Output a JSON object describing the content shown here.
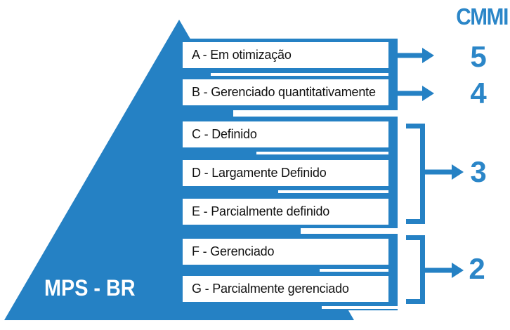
{
  "cmmi_title": "CMMI",
  "pyramid_label": "MPS - BR",
  "colors": {
    "primary_blue": "#2581c4",
    "accent_text_blue": "#2b86c8",
    "box_background": "#ffffff",
    "box_text": "#111111"
  },
  "rows": [
    {
      "id": "A",
      "label": "A - Em otimização"
    },
    {
      "id": "B",
      "label": "B - Gerenciado quantitativamente"
    },
    {
      "id": "C",
      "label": "C - Definido"
    },
    {
      "id": "D",
      "label": "D - Largamente Definido"
    },
    {
      "id": "E",
      "label": "E - Parcialmente definido"
    },
    {
      "id": "F",
      "label": "F - Gerenciado"
    },
    {
      "id": "G",
      "label": "G - Parcialmente gerenciado"
    }
  ],
  "cmmi_levels": [
    {
      "value": "5",
      "covers": [
        "A"
      ]
    },
    {
      "value": "4",
      "covers": [
        "B"
      ]
    },
    {
      "value": "3",
      "covers": [
        "C",
        "D",
        "E"
      ]
    },
    {
      "value": "2",
      "covers": [
        "F",
        "G"
      ]
    }
  ]
}
